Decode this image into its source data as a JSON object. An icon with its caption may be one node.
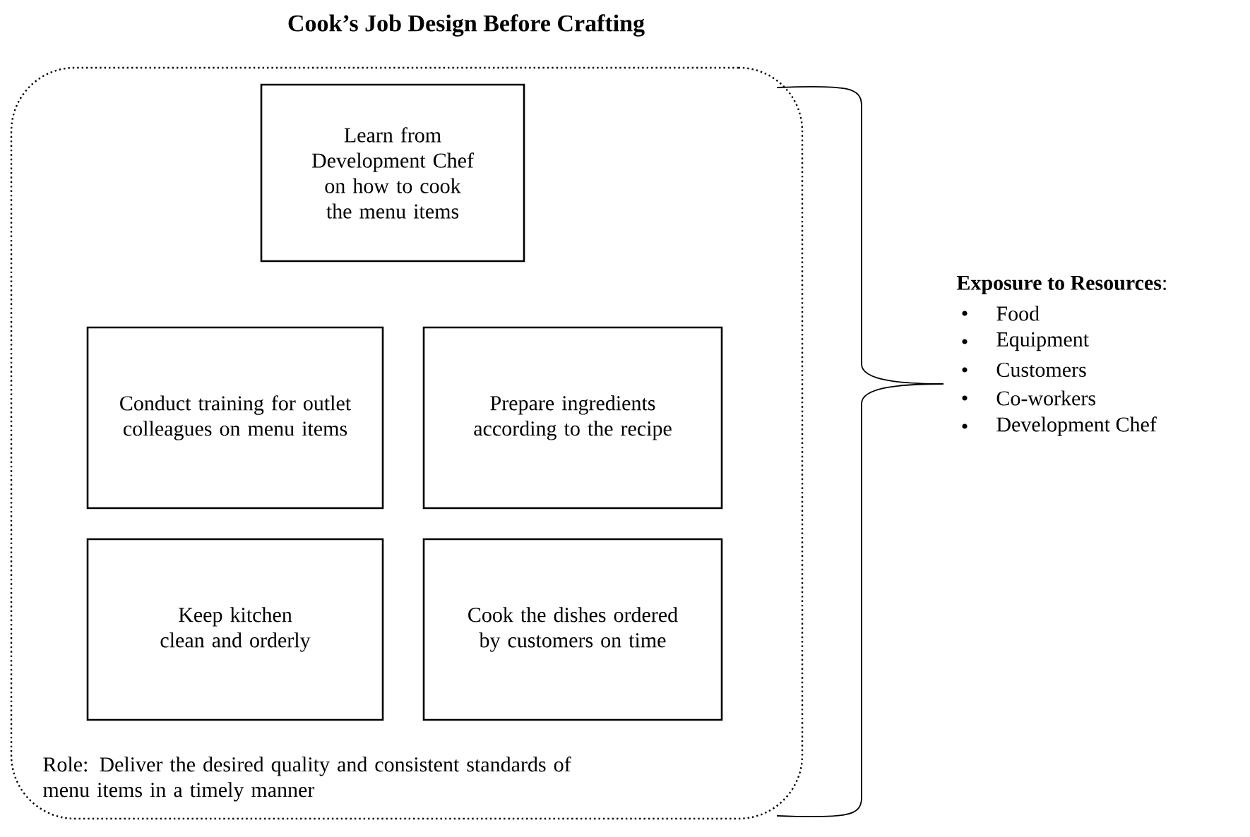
{
  "diagram": {
    "title": "Cook’s Job Design Before Crafting",
    "nodes": [
      {
        "text": [
          "Role: Deliver the desired quality and consistent standards of menu items in a timely manner"
        ]
      },
      {
        "text": [
          "Learn from Development Chef on how to cook the menu items"
        ],
        "in": 0
      },
      {
        "text": [
          "Conduct training for outlet colleagues on menu items"
        ],
        "in": 0
      },
      {
        "text": [
          "Prepare ingredients according to the recipe"
        ],
        "in": 0
      },
      {
        "text": [
          "Keep kitchen clean and orderly"
        ],
        "in": 0
      },
      {
        "text": [
          "Cook the dishes ordered by customers on time"
        ],
        "in": 0
      }
    ],
    "edges": [],
    "labels": [
      "**Exposure to Resources**:",
      "Food",
      "Equipment",
      "Customers",
      "Co-workers",
      "Development Chef"
    ]
  }
}
